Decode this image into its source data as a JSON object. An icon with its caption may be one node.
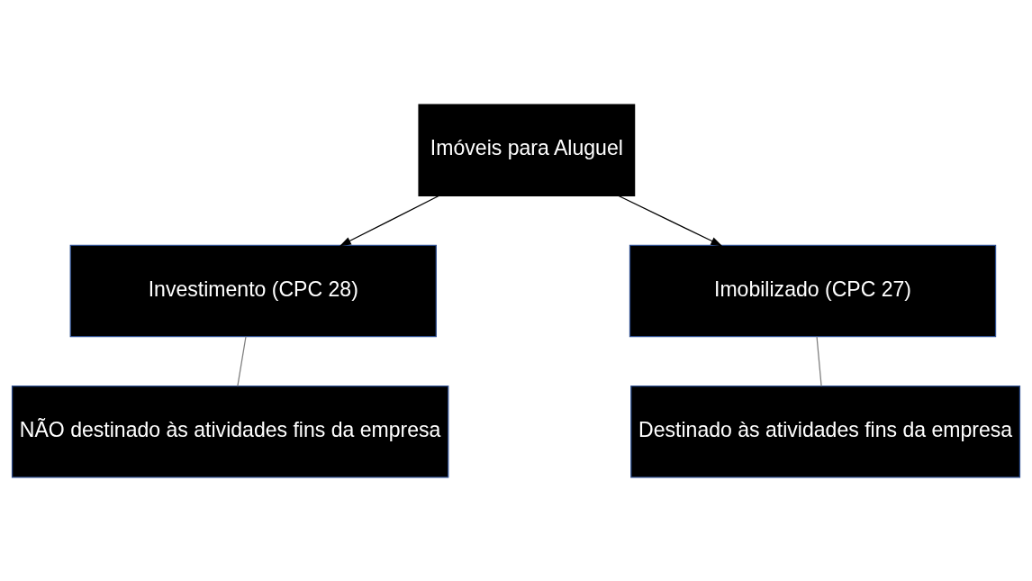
{
  "diagram": {
    "nodes": [
      {
        "text": [
          "Imóveis para Aluguel"
        ]
      },
      {
        "text": [
          "Investimento (CPC 28)"
        ]
      },
      {
        "text": [
          "NÃO destinado às atividades fins da empresa"
        ]
      },
      {
        "text": [
          "Imobilizado (CPC 27)"
        ]
      },
      {
        "text": [
          "Destinado às atividades fins da empresa"
        ]
      }
    ],
    "edges": [
      {
        "from": 0,
        "to": 1,
        "arrow": "to"
      },
      {
        "from": 0,
        "to": 3,
        "arrow": "to"
      },
      {
        "from": 1,
        "to": 2,
        "arrow": "none",
        "color": "#808080"
      },
      {
        "from": 3,
        "to": 4,
        "arrow": "none",
        "color": "#808080"
      }
    ]
  }
}
